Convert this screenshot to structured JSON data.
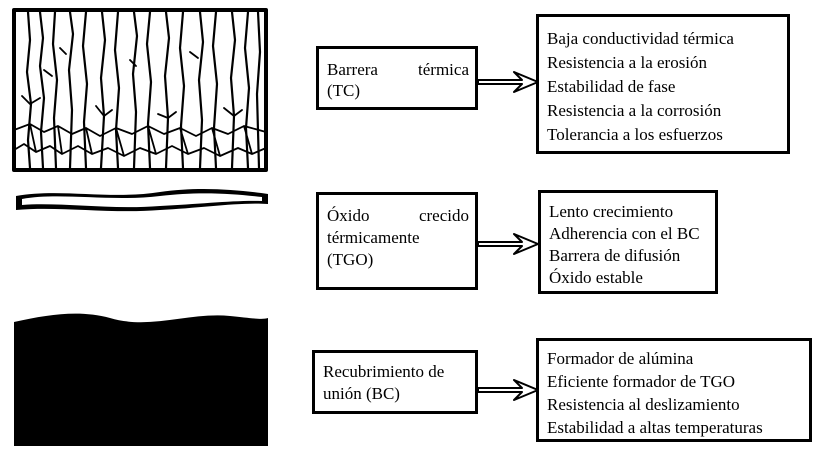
{
  "layers": [
    {
      "name": "tc",
      "label_lines": [
        "Barrera térmica",
        "(TC)"
      ],
      "properties": [
        "Baja conductividad térmica",
        "Resistencia a la erosión",
        "Estabilidad de fase",
        "Resistencia a la corrosión",
        "Tolerancia a los esfuerzos"
      ]
    },
    {
      "name": "tgo",
      "label_lines": [
        "Óxido crecido",
        "térmicamente",
        "(TGO)"
      ],
      "properties": [
        "Lento crecimiento",
        "Adherencia con el BC",
        "Barrera de difusión",
        "Óxido estable"
      ]
    },
    {
      "name": "bc",
      "label_lines": [
        "Recubrimiento de",
        "unión (BC)"
      ],
      "properties": [
        "Formador de alúmina",
        "Eficiente formador de TGO",
        "Resistencia al deslizamiento",
        "Estabilidad a altas temperaturas"
      ]
    }
  ],
  "colors": {
    "ink": "#000000",
    "background": "#ffffff"
  }
}
